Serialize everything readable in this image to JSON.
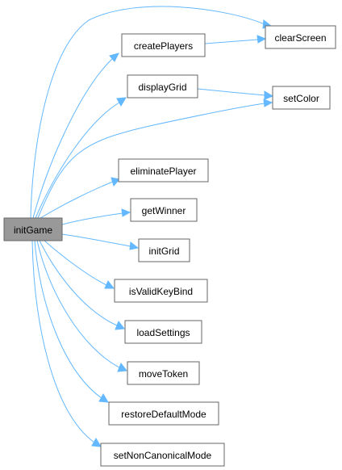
{
  "nodes": {
    "initGame": {
      "label": "initGame"
    },
    "createPlayers": {
      "label": "createPlayers"
    },
    "clearScreen": {
      "label": "clearScreen"
    },
    "displayGrid": {
      "label": "displayGrid"
    },
    "setColor": {
      "label": "setColor"
    },
    "eliminatePlayer": {
      "label": "eliminatePlayer"
    },
    "getWinner": {
      "label": "getWinner"
    },
    "initGrid": {
      "label": "initGrid"
    },
    "isValidKeyBind": {
      "label": "isValidKeyBind"
    },
    "loadSettings": {
      "label": "loadSettings"
    },
    "moveToken": {
      "label": "moveToken"
    },
    "restoreDefaultMode": {
      "label": "restoreDefaultMode"
    },
    "setNonCanonicalMode": {
      "label": "setNonCanonicalMode"
    }
  },
  "edges": [
    {
      "from": "initGame",
      "to": "clearScreen"
    },
    {
      "from": "initGame",
      "to": "createPlayers"
    },
    {
      "from": "initGame",
      "to": "displayGrid"
    },
    {
      "from": "initGame",
      "to": "setColor"
    },
    {
      "from": "initGame",
      "to": "eliminatePlayer"
    },
    {
      "from": "initGame",
      "to": "getWinner"
    },
    {
      "from": "initGame",
      "to": "initGrid"
    },
    {
      "from": "initGame",
      "to": "isValidKeyBind"
    },
    {
      "from": "initGame",
      "to": "loadSettings"
    },
    {
      "from": "initGame",
      "to": "moveToken"
    },
    {
      "from": "initGame",
      "to": "restoreDefaultMode"
    },
    {
      "from": "initGame",
      "to": "setNonCanonicalMode"
    },
    {
      "from": "createPlayers",
      "to": "clearScreen"
    },
    {
      "from": "displayGrid",
      "to": "setColor"
    }
  ]
}
